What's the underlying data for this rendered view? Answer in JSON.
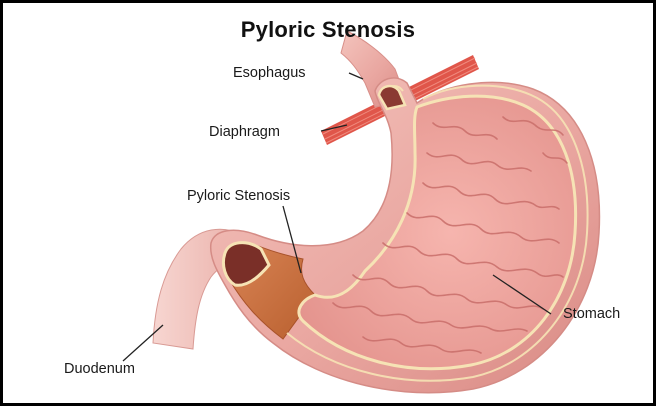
{
  "title": "Pyloric Stenosis",
  "labels": {
    "esophagus": "Esophagus",
    "diaphragm": "Diaphragm",
    "pyloric_stenosis": "Pyloric Stenosis",
    "duodenum": "Duodenum",
    "stomach": "Stomach"
  },
  "colors": {
    "outer_wall": "#e9a6a0",
    "inner_wall": "#d8857e",
    "lining": "#f0a7a2",
    "rugae": "#c96e6a",
    "wall_line": "#f6e3b5",
    "thickened_muscle": "#c9703e",
    "duodenum": "#f2c2bc",
    "diaphragm": "#e0564a"
  }
}
